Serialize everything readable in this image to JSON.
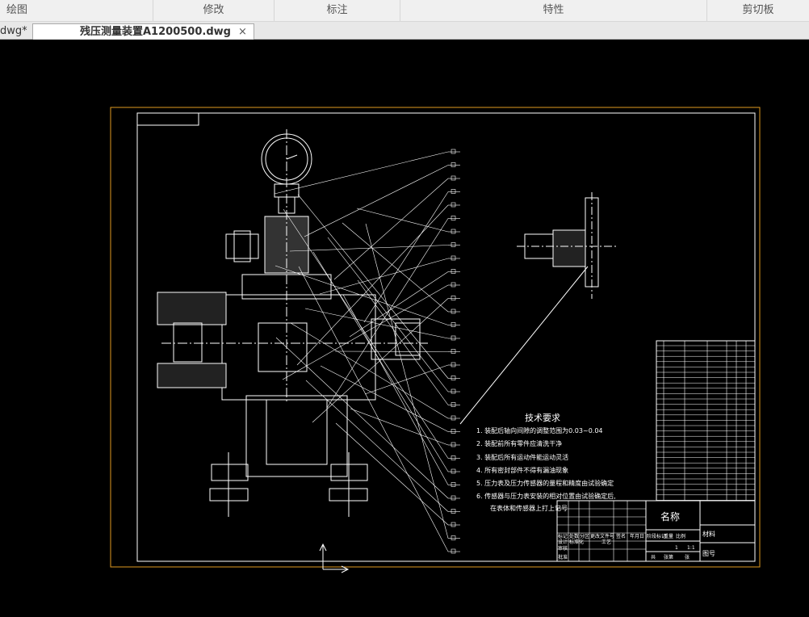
{
  "ribbon": {
    "groups": [
      "绘图",
      "修改",
      "标注",
      "特性",
      "剪切板"
    ]
  },
  "tabs": {
    "prev": "dwg*",
    "active": "残压测量装置A1200500.dwg",
    "close": "×"
  },
  "drawing": {
    "tech_req_title": "技术要求",
    "tech_req": [
      "1. 装配后轴向间隙的调整范围为0.03~0.04",
      "2. 装配前所有零件应清洗干净",
      "3. 装配后所有运动件能运动灵活",
      "4. 所有密封部件不得有漏油现象",
      "5. 压力表及压力传感器的量程和精度由试验确定",
      "6. 传感器与压力表安装的相对位置由试验确定后,",
      "在表体和传感器上打上记号"
    ],
    "title_block": {
      "name": "名称",
      "material": "材料",
      "drawing_no": "图号",
      "headers": [
        "标记",
        "处数",
        "分区",
        "更改文件号",
        "签名",
        "年月日"
      ],
      "roles": [
        "设计",
        "标准化",
        "审核",
        "工艺",
        "批准"
      ],
      "stage": [
        "阶段标记",
        "重量",
        "比例"
      ],
      "qty": "1",
      "scale": "1:1",
      "sheets": [
        "共",
        "张第",
        "张"
      ]
    }
  }
}
